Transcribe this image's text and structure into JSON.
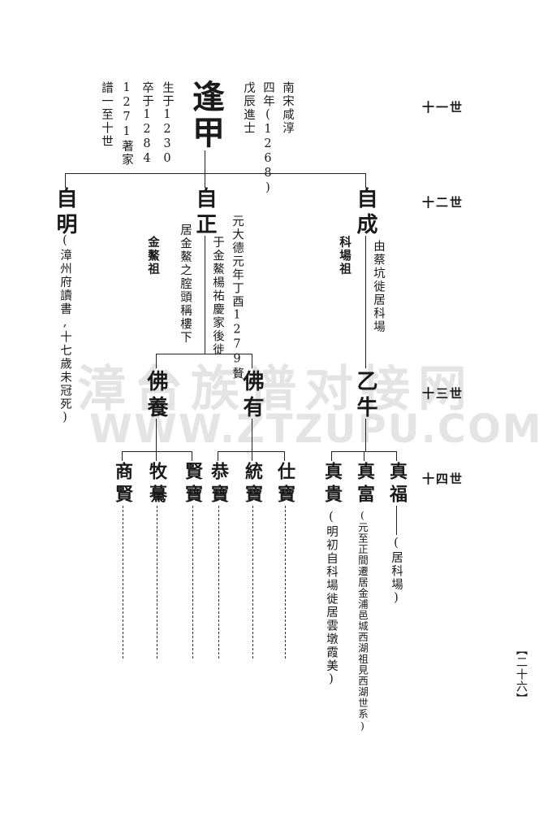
{
  "generations": {
    "g11": "十一世",
    "g12": "十二世",
    "g13": "十三世",
    "g14": "十四世"
  },
  "ancestor": {
    "name": "逢甲",
    "exam_note_1": "南宋咸淳",
    "exam_note_2": "四年(1268)",
    "exam_note_3": "戊辰進士",
    "born": "生于1230",
    "died": "卒于1284",
    "writings": "1271著家",
    "genealogy": "譜一至十世"
  },
  "gen12": {
    "ziming": {
      "name": "自明",
      "note": "(漳州府讀書,十七歲未冠死)"
    },
    "zizheng": {
      "name": "自正",
      "note_1": "元大德元年丁酉1279贅",
      "note_2": "于金鰲楊祐慶家後徙",
      "note_3": "居金鰲之腟頭稱樓下",
      "ancestor_title": "金鰲祖"
    },
    "zicheng": {
      "name": "自成",
      "note": "由蔡坑徙居科場",
      "ancestor_title": "科場祖"
    }
  },
  "gen13": {
    "foyang": {
      "name": "佛養"
    },
    "foyou": {
      "name": "佛有"
    },
    "yiniu": {
      "name": "乙牛"
    }
  },
  "gen14": {
    "shangxian": "商賢",
    "muji": "牧驀",
    "xianbao": "賢寶",
    "gongbao": "恭寶",
    "tongbao": "統寶",
    "shibao": "仕寶",
    "zhengui": {
      "name": "真貴",
      "note": "(明初自科場徙居雲墩霞美)"
    },
    "zhenfu_rich": {
      "name": "真富",
      "note": "(元至正間遷居金浦邑城西湖祖見西湖世系)"
    },
    "zhenfu": {
      "name": "真福",
      "note": "(居科場)"
    }
  },
  "page_number": "【二十六】",
  "watermark": {
    "line1": "漳台族谱对接网",
    "line2": "WWW.ZTZUPU.COM"
  }
}
